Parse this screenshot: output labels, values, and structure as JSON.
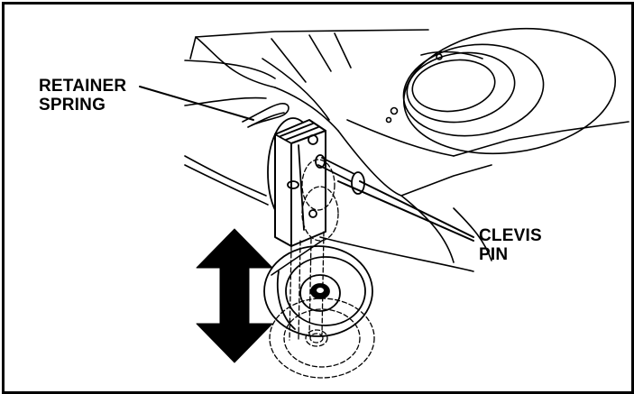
{
  "callouts": {
    "retainer_spring": {
      "line1": "RETAINER",
      "line2": "SPRING"
    },
    "clevis_pin": {
      "line1": "CLEVIS",
      "line2": "PIN"
    }
  },
  "icons": {
    "motion_arrow": "double-headed-vertical-arrow-icon"
  },
  "colors": {
    "ink": "#000000",
    "paper": "#ffffff"
  }
}
